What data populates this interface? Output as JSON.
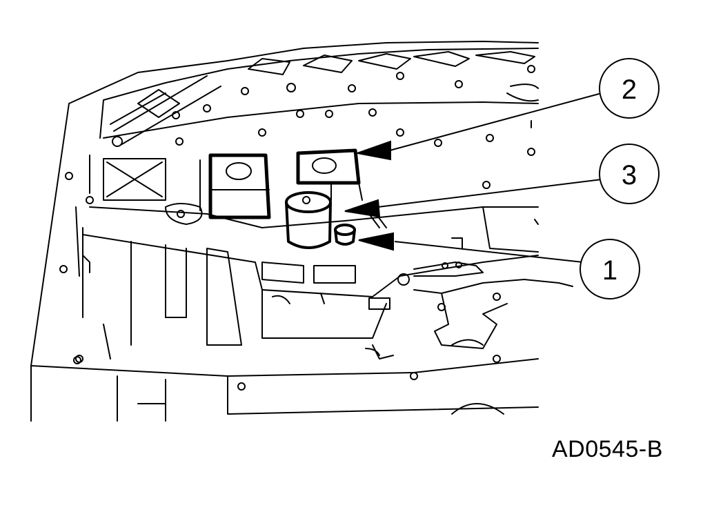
{
  "figure": {
    "id_label": "AD0545-B"
  },
  "callouts": [
    {
      "number": "2",
      "part": "upper-right-solenoid-bracket"
    },
    {
      "number": "3",
      "part": "cylindrical-solenoid"
    },
    {
      "number": "1",
      "part": "small-fitting"
    }
  ],
  "colors": {
    "ink": "#000000",
    "background": "#ffffff"
  }
}
